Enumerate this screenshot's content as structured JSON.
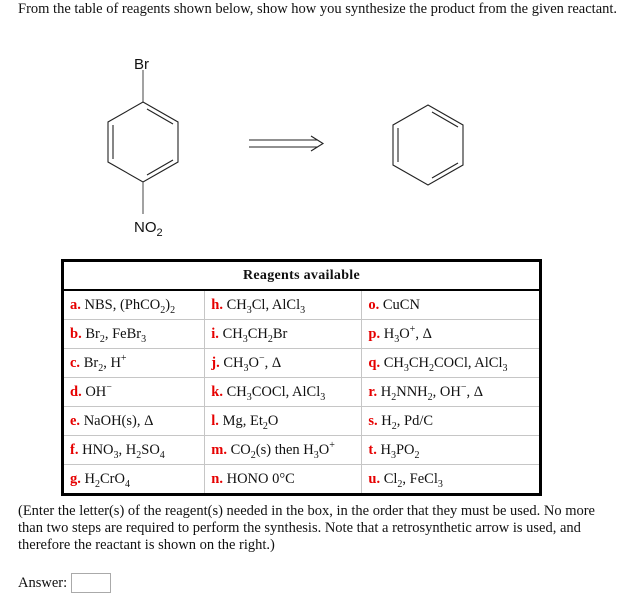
{
  "prompt": "From the table of reagents shown below, show how you synthesize the product from the given reactant.",
  "scheme": {
    "product_substituents": {
      "top": "Br",
      "bottom": "NO",
      "bottom_sub": "2"
    },
    "arrow": "retrosynthetic-arrow",
    "reactant": "benzene"
  },
  "table": {
    "header": "Reagents available",
    "rows": [
      [
        {
          "letter": "a.",
          "html": "NBS, (PhCO<sub>2</sub>)<sub>2</sub>"
        },
        {
          "letter": "h.",
          "html": "CH<sub>3</sub>Cl, AlCl<sub>3</sub>"
        },
        {
          "letter": "o.",
          "html": "CuCN"
        }
      ],
      [
        {
          "letter": "b.",
          "html": "Br<sub>2</sub>, FeBr<sub>3</sub>"
        },
        {
          "letter": "i.",
          "html": "CH<sub>3</sub>CH<sub>2</sub>Br"
        },
        {
          "letter": "p.",
          "html": "H<sub>3</sub>O<sup>+</sup>, Δ"
        }
      ],
      [
        {
          "letter": "c.",
          "html": "Br<sub>2</sub>, H<sup>+</sup>"
        },
        {
          "letter": "j.",
          "html": "CH<sub>3</sub>O<sup>−</sup>, Δ"
        },
        {
          "letter": "q.",
          "html": "CH<sub>3</sub>CH<sub>2</sub>COCl, AlCl<sub>3</sub>"
        }
      ],
      [
        {
          "letter": "d.",
          "html": "OH<sup>−</sup>"
        },
        {
          "letter": "k.",
          "html": "CH<sub>3</sub>COCl, AlCl<sub>3</sub>"
        },
        {
          "letter": "r.",
          "html": "H<sub>2</sub>NNH<sub>2</sub>, OH<sup>−</sup>, Δ"
        }
      ],
      [
        {
          "letter": "e.",
          "html": "NaOH(s), Δ"
        },
        {
          "letter": "l.",
          "html": "Mg, Et<sub>2</sub>O"
        },
        {
          "letter": "s.",
          "html": "H<sub>2</sub>, Pd/C"
        }
      ],
      [
        {
          "letter": "f.",
          "html": "HNO<sub>3</sub>, H<sub>2</sub>SO<sub>4</sub>"
        },
        {
          "letter": "m.",
          "html": "CO<sub>2</sub>(s) then H<sub>3</sub>O<sup>+</sup>"
        },
        {
          "letter": "t.",
          "html": "H<sub>3</sub>PO<sub>2</sub>"
        }
      ],
      [
        {
          "letter": "g.",
          "html": "H<sub>2</sub>CrO<sub>4</sub>"
        },
        {
          "letter": "n.",
          "html": "HONO 0°C"
        },
        {
          "letter": "u.",
          "html": "Cl<sub>2</sub>, FeCl<sub>3</sub>"
        }
      ]
    ]
  },
  "note": "(Enter the letter(s) of the reagent(s) needed in the box, in the order that they must be used. No more than two steps are required to perform the synthesis. Note that a retrosynthetic arrow is used, and therefore the reactant is shown on the right.)",
  "answer": {
    "label": "Answer:",
    "value": ""
  },
  "colors": {
    "letter": "#e60000",
    "cell_border": "#c6c6c6",
    "outer_border": "#000000"
  }
}
